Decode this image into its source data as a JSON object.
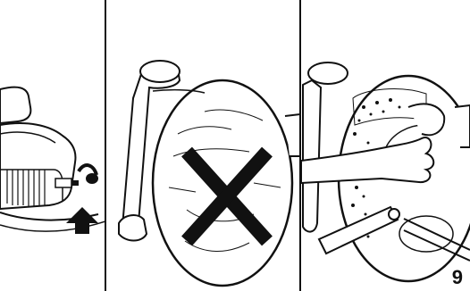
{
  "figure": {
    "step_number": "9",
    "panels": [
      {
        "id": "panel-1",
        "content": "spark-plug-cable-disconnect"
      },
      {
        "id": "panel-2",
        "content": "do-not-clean-by-hand"
      },
      {
        "id": "panel-3",
        "content": "clean-with-brush"
      }
    ],
    "icons": [
      "arrow-up-icon",
      "cross-prohibited-icon",
      "hand-icon",
      "brush-icon"
    ]
  }
}
